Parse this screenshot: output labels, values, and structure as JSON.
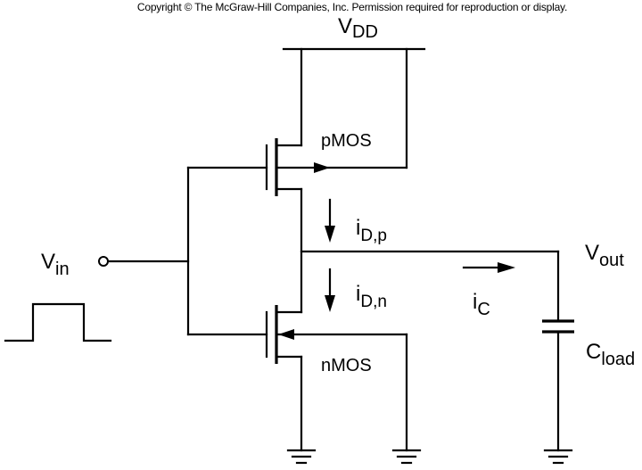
{
  "copyright": "Copyright © The McGraw-Hill Companies, Inc. Permission required for reproduction or display.",
  "labels": {
    "vdd": {
      "main": "V",
      "sub": "DD"
    },
    "pmos": "pMOS",
    "nmos": "nMOS",
    "idp": {
      "main": "i",
      "sub": "D,p"
    },
    "idn": {
      "main": "i",
      "sub": "D,n"
    },
    "vin": {
      "main": "V",
      "sub": "in"
    },
    "vout": {
      "main": "V",
      "sub": "out"
    },
    "ic": {
      "main": "i",
      "sub": "C"
    },
    "cload": {
      "main": "C",
      "sub": "load"
    }
  }
}
